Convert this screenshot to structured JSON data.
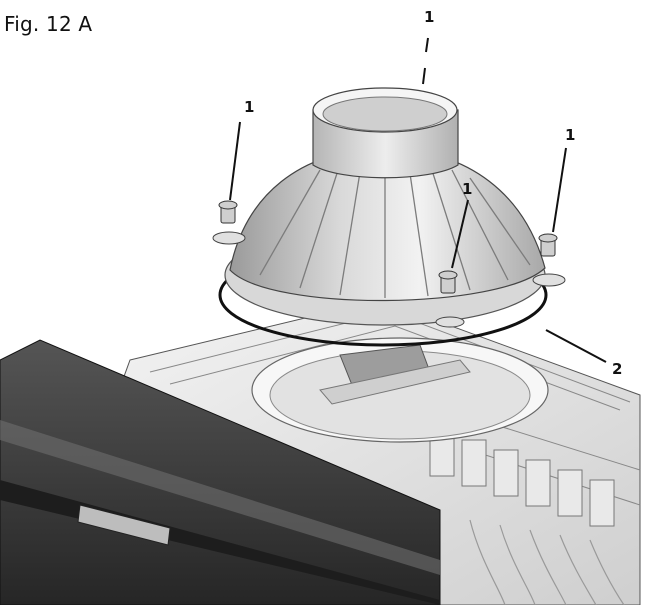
{
  "figure": {
    "title": "Fig. 12 A"
  },
  "callouts": {
    "part_1": "1",
    "part_2": "2"
  },
  "colors": {
    "line": "#111111",
    "metal_light": "#e6e6e6",
    "metal_mid": "#bdbdbd",
    "metal_dark": "#8a8a8a",
    "panel_dark": "#3a3a3a"
  }
}
